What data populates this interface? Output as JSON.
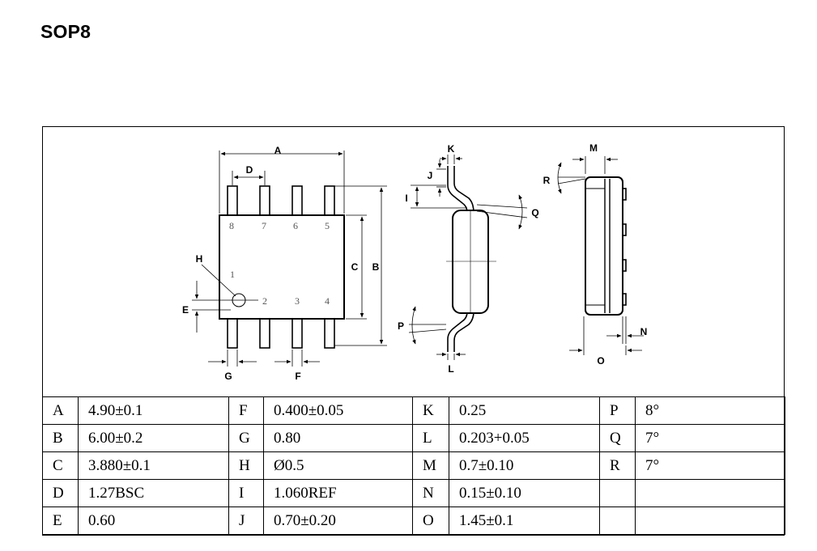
{
  "title": "SOP8",
  "diagram_labels": {
    "A": "A",
    "B": "B",
    "C": "C",
    "D": "D",
    "E": "E",
    "F": "F",
    "G": "G",
    "H": "H",
    "I": "I",
    "J": "J",
    "K": "K",
    "L": "L",
    "M": "M",
    "N": "N",
    "O": "O",
    "P": "P",
    "Q": "Q",
    "R": "R"
  },
  "pin_numbers": [
    "1",
    "2",
    "3",
    "4",
    "5",
    "6",
    "7",
    "8"
  ],
  "table": {
    "rows": [
      [
        {
          "label": "A",
          "value": "4.90±0.1"
        },
        {
          "label": "F",
          "value": "0.400±0.05"
        },
        {
          "label": "K",
          "value": "0.25"
        },
        {
          "label": "P",
          "value": "8°"
        }
      ],
      [
        {
          "label": "B",
          "value": "6.00±0.2"
        },
        {
          "label": "G",
          "value": "0.80"
        },
        {
          "label": "L",
          "value": "0.203+0.05"
        },
        {
          "label": "Q",
          "value": "7°"
        }
      ],
      [
        {
          "label": "C",
          "value": "3.880±0.1"
        },
        {
          "label": "H",
          "value": "Ø0.5"
        },
        {
          "label": "M",
          "value": "0.7±0.10"
        },
        {
          "label": "R",
          "value": "7°"
        }
      ],
      [
        {
          "label": "D",
          "value": "1.27BSC"
        },
        {
          "label": "I",
          "value": "1.060REF"
        },
        {
          "label": "N",
          "value": "0.15±0.10"
        },
        {
          "label": "",
          "value": ""
        }
      ],
      [
        {
          "label": "E",
          "value": "0.60"
        },
        {
          "label": "J",
          "value": "0.70±0.20"
        },
        {
          "label": "O",
          "value": "1.45±0.1"
        },
        {
          "label": "",
          "value": ""
        }
      ]
    ]
  }
}
